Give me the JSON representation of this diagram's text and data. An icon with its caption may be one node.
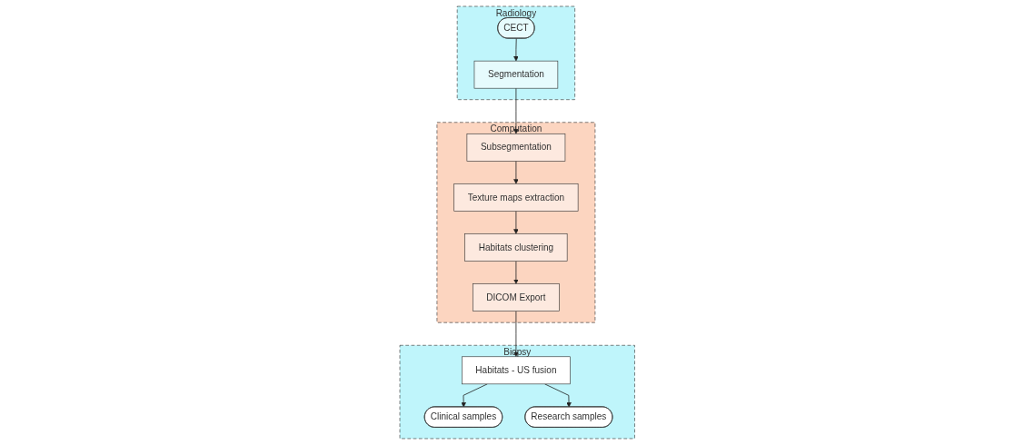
{
  "diagram": {
    "nodes": [
      {
        "text": [
          "Radiology"
        ]
      },
      {
        "text": [
          "CECT"
        ],
        "in": 0
      },
      {
        "text": [
          "Segmentation"
        ],
        "in": 0
      },
      {
        "text": [
          "Computation"
        ]
      },
      {
        "text": [
          "Subsegmentation"
        ],
        "in": 3
      },
      {
        "text": [
          "Texture maps extraction"
        ],
        "in": 3
      },
      {
        "text": [
          "Habitats clustering"
        ],
        "in": 3
      },
      {
        "text": [
          "DICOM Export"
        ],
        "in": 3
      },
      {
        "text": [
          "Biopsy"
        ]
      },
      {
        "text": [
          "Habitats - US fusion"
        ],
        "in": 8
      },
      {
        "text": [
          "Clinical samples"
        ],
        "in": 8
      },
      {
        "text": [
          "Research samples"
        ],
        "in": 8
      }
    ],
    "edges": [
      {
        "from": 1,
        "to": 2,
        "arrow": "to"
      },
      {
        "from": 2,
        "to": 4,
        "arrow": "to"
      },
      {
        "from": 4,
        "to": 5,
        "arrow": "to"
      },
      {
        "from": 5,
        "to": 6,
        "arrow": "to"
      },
      {
        "from": 6,
        "to": 7,
        "arrow": "to"
      },
      {
        "from": 7,
        "to": 9,
        "arrow": "to"
      },
      {
        "from": 9,
        "to": 10,
        "arrow": "to"
      },
      {
        "from": 9,
        "to": 11,
        "arrow": "to"
      }
    ]
  }
}
